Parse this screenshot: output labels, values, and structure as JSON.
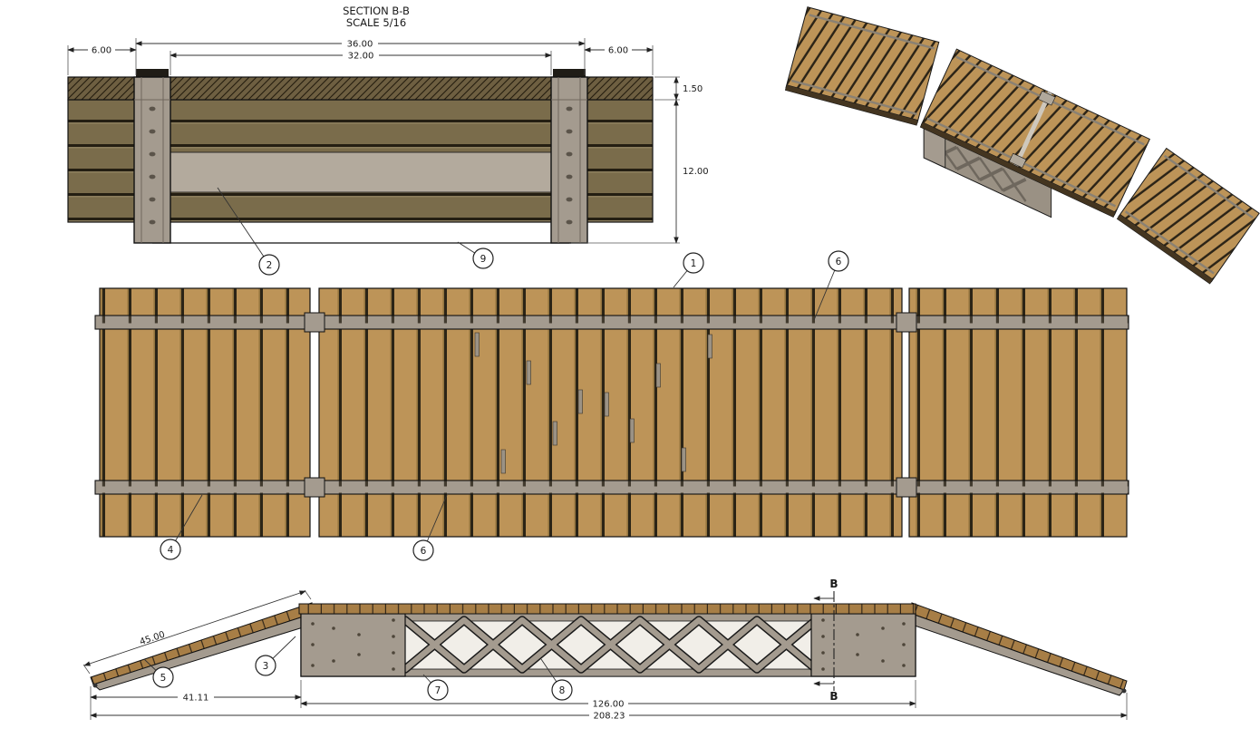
{
  "drawing": {
    "title": "SECTION B-B",
    "scale": "SCALE 5/16",
    "section_marker": "B",
    "dims": {
      "left_overhang": "6.00",
      "post_outer_width": "36.00",
      "post_inner_width": "32.00",
      "right_overhang": "6.00",
      "deck_thickness": "1.50",
      "beam_depth": "12.00",
      "ramp_length": "45.00",
      "ramp_run": "41.11",
      "bridge_length": "126.00",
      "overall_length": "208.23"
    },
    "balloons": {
      "n1": "1",
      "n2": "2",
      "n3": "3",
      "n4": "4",
      "n5": "5",
      "n6": "6",
      "n7": "7",
      "n8": "8",
      "n9": "9"
    },
    "colors": {
      "wood_plank": "#BD9458",
      "wood_board": "#7A6C4B",
      "steel": "#A49B8F",
      "deck_edge": "#A77E46",
      "outline": "#111111"
    }
  }
}
